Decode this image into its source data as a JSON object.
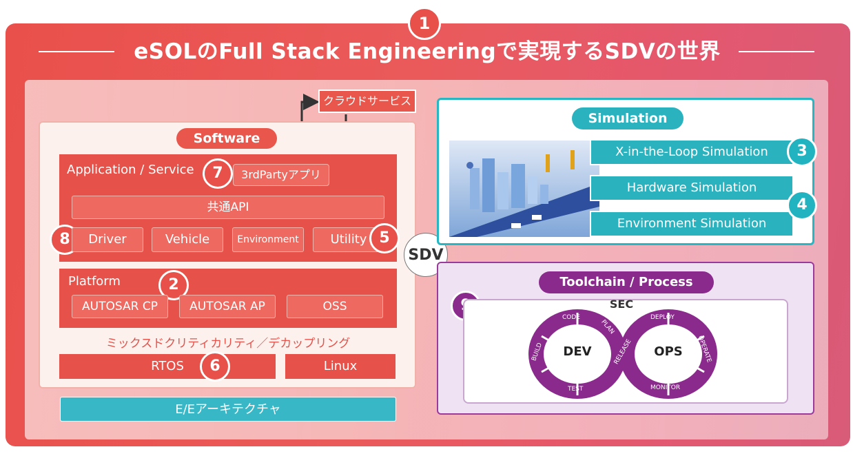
{
  "title": "eSOLのFull Stack Engineeringで実現するSDVの世界",
  "badges": {
    "b1": "1",
    "b2": "2",
    "b3": "3",
    "b4": "4",
    "b5": "5",
    "b6": "6",
    "b7": "7",
    "b8": "8",
    "b9": "9"
  },
  "cloud_service": "クラウドサービス",
  "software": {
    "label": "Software",
    "app_service": "Application / Service",
    "third_party": "3rdPartyアプリ",
    "common_api": "共通API",
    "services": [
      "Driver",
      "Vehicle",
      "Environment",
      "Utility"
    ],
    "platform": "Platform",
    "platform_items": [
      "AUTOSAR CP",
      "AUTOSAR AP",
      "OSS"
    ],
    "mixed_criticality": "ミックスドクリティカリティ／デカップリング",
    "rtos": "RTOS",
    "linux": "Linux"
  },
  "ee_architecture": "E/Eアーキテクチャ",
  "sdv": "SDV",
  "simulation": {
    "label": "Simulation",
    "items": [
      "X-in-the-Loop Simulation",
      "Hardware Simulation",
      "Environment Simulation"
    ]
  },
  "toolchain": {
    "label": "Toolchain / Process",
    "sec": "SEC",
    "dev": "DEV",
    "ops": "OPS",
    "stages": [
      "CODE",
      "PLAN",
      "BUILD",
      "TEST",
      "RELEASE",
      "DEPLOY",
      "OPERATE",
      "MONITOR"
    ]
  },
  "colors": {
    "red": "#e6524a",
    "teal": "#2ab3bf",
    "purple": "#8a2a8c"
  }
}
